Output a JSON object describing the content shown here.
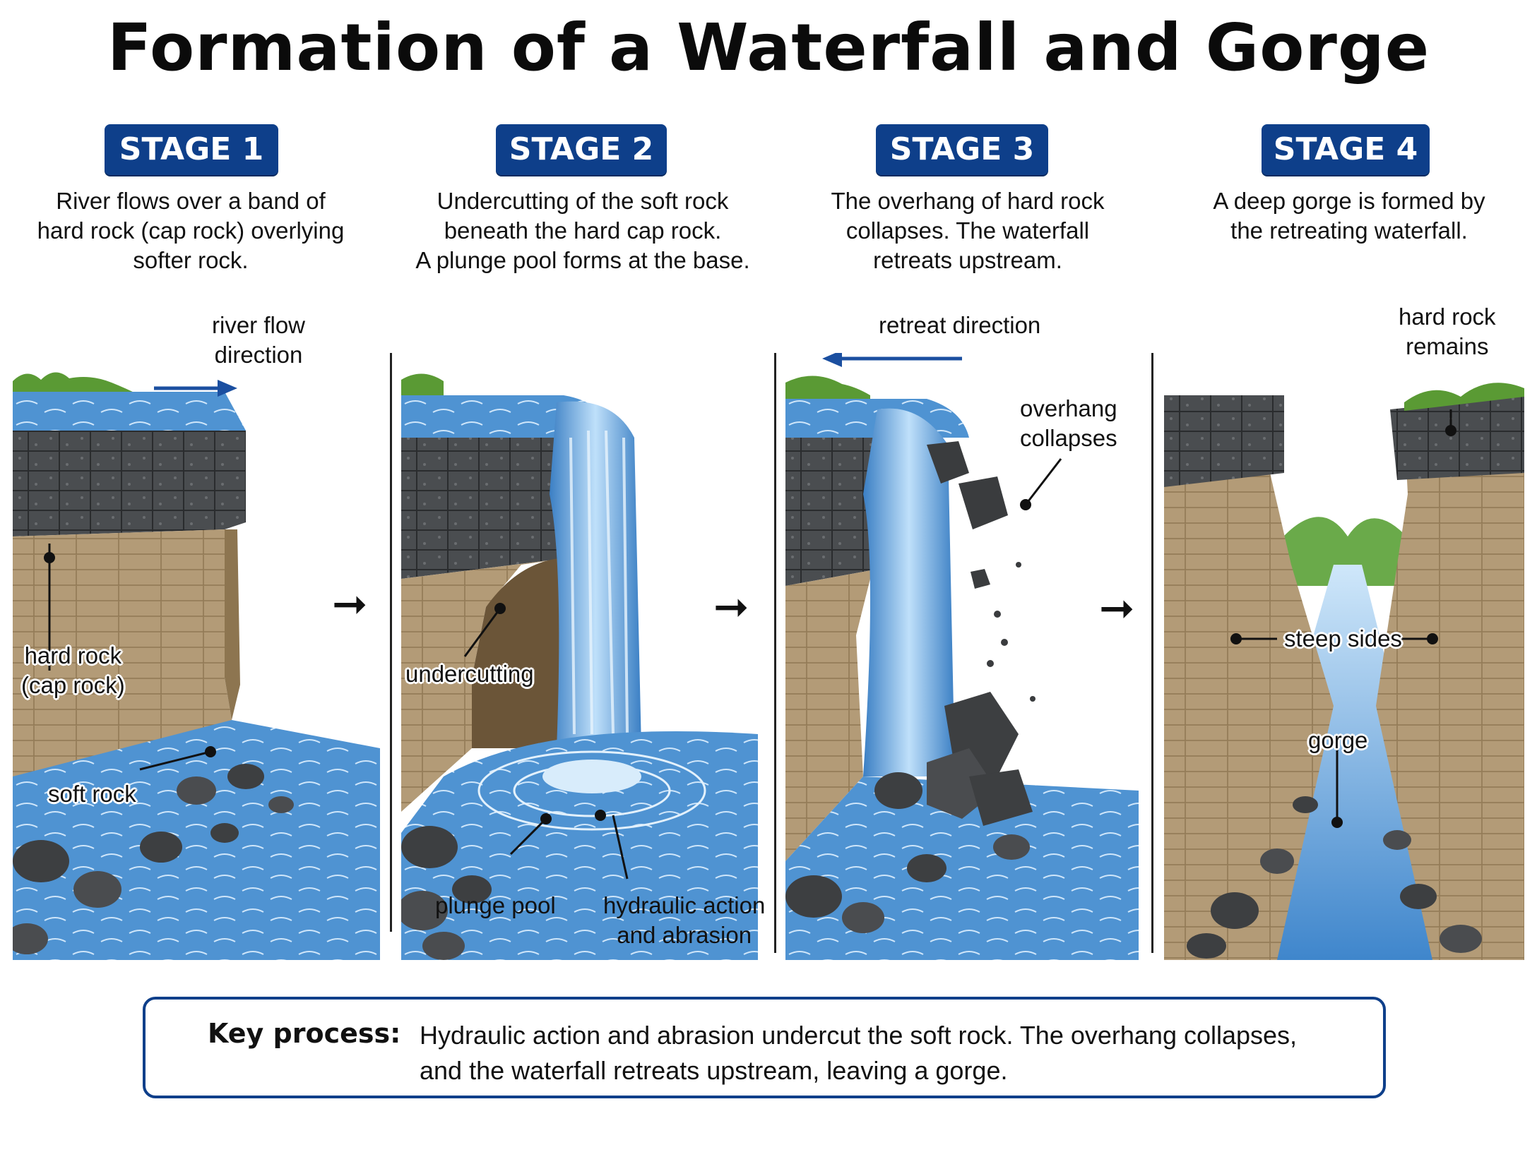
{
  "title": "Formation of a Waterfall and Gorge",
  "stages": [
    {
      "badge": "STAGE 1",
      "description": [
        "River flows over a band of",
        "hard rock (cap rock) overlying",
        "softer rock."
      ]
    },
    {
      "badge": "STAGE 2",
      "description": [
        "Undercutting of the soft rock",
        "beneath the hard cap rock.",
        "A plunge pool forms at the base."
      ]
    },
    {
      "badge": "STAGE 3",
      "description": [
        "The overhang of hard rock",
        "collapses. The waterfall",
        "retreats upstream."
      ]
    },
    {
      "badge": "STAGE 4",
      "description": [
        "A deep gorge is formed by",
        "the retreating waterfall."
      ]
    }
  ],
  "labels": {
    "river_flow_direction": [
      "river flow",
      "direction"
    ],
    "hard_rock_cap": [
      "hard rock",
      "(cap rock)"
    ],
    "soft_rock": "soft rock",
    "undercutting": "undercutting",
    "plunge_pool": "plunge pool",
    "hydraulic_action": [
      "hydraulic action",
      "and abrasion"
    ],
    "retreat_direction": "retreat direction",
    "overhang_collapses": [
      "overhang",
      "collapses"
    ],
    "hard_rock_remains": [
      "hard rock",
      "remains"
    ],
    "steep_sides": "steep sides",
    "gorge": "gorge"
  },
  "key_process": {
    "label": "Key process:",
    "text": [
      "Hydraulic action and abrasion undercut the soft rock. The overhang collapses,",
      "and the waterfall retreats upstream, leaving a gorge."
    ]
  },
  "colors": {
    "badge": "#0e3f8a",
    "water": "#4a8fd0",
    "water_light": "#a9d3f5",
    "hard_rock": "#46494c",
    "soft_rock": "#b29a76",
    "grass": "#5a9a34",
    "arrow_blue": "#1b4fa0"
  }
}
